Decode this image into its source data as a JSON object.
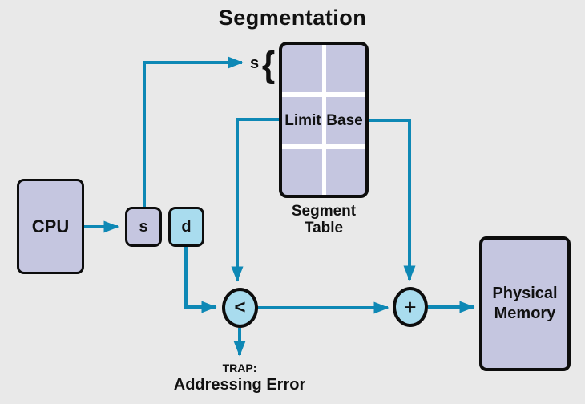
{
  "title": "Segmentation",
  "colors": {
    "background": "#e9e9e9",
    "box_lavender": "#c5c6e0",
    "box_cyan": "#a9dcee",
    "arrow_teal": "#0e88b5",
    "border": "#0d0d0d"
  },
  "cpu": {
    "label": "CPU"
  },
  "registers": {
    "segment": "s",
    "displacement": "d"
  },
  "index_pointer": {
    "label": "s",
    "brace": "{"
  },
  "segment_table": {
    "columns": [
      "Limit",
      "Base"
    ],
    "rows": 3,
    "caption": [
      "Segment",
      "Table"
    ]
  },
  "comparator": {
    "symbol": "<"
  },
  "adder": {
    "symbol": "+"
  },
  "physical_memory": {
    "label": [
      "Physical",
      "Memory"
    ]
  },
  "trap": {
    "label": "TRAP:",
    "detail": "Addressing Error"
  }
}
